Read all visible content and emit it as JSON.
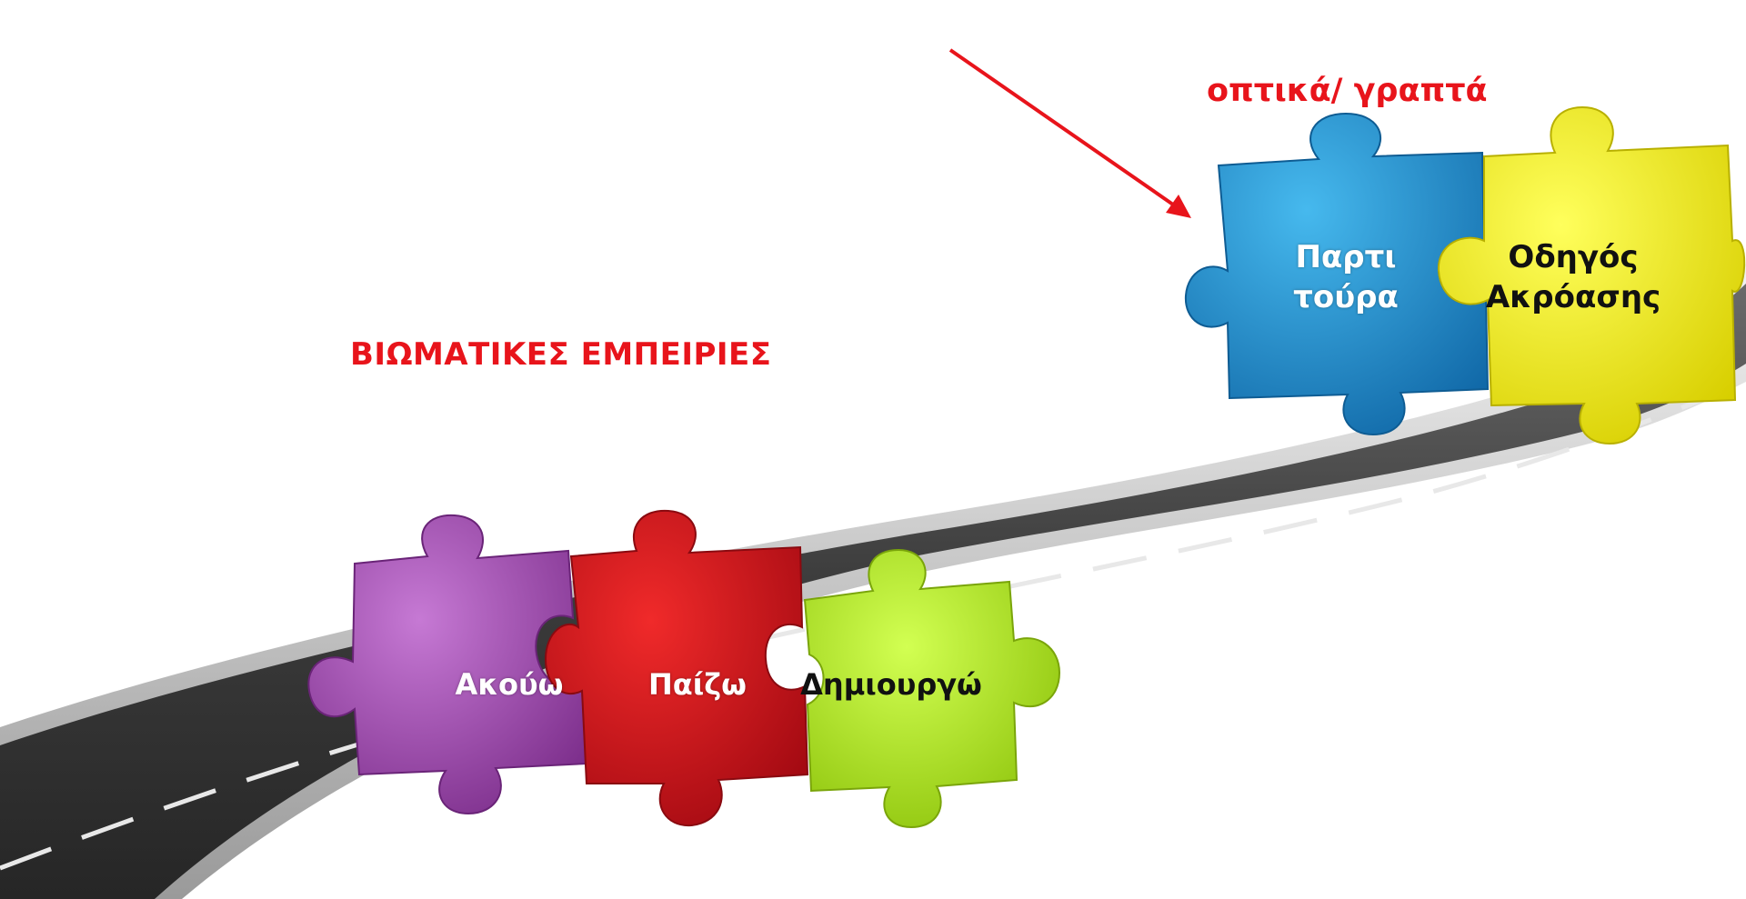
{
  "headings": {
    "experiences": "ΒΙΩΜΑΤΙΚΕΣ ΕΜΠΕΙΡΙΕΣ",
    "visual_written": "οπτικά/ γραπτά"
  },
  "pieces": {
    "akouo": "Ακούω",
    "paizo": "Παίζω",
    "dimiourgo": "Δημιουργώ",
    "partitoura_line1": "Παρτι",
    "partitoura_line2": "τούρα",
    "odigos_line1": "Οδηγός",
    "odigos_line2": "Ακρόασης"
  },
  "colors": {
    "heading": "#e8141b",
    "arrow": "#e8141b",
    "road": "#3a3a3a",
    "purple_piece": "#a24fb0",
    "red_piece": "#d4101a",
    "green_piece": "#b6f21c",
    "blue_piece": "#1f8fd0",
    "yellow_piece": "#f7ef10"
  }
}
